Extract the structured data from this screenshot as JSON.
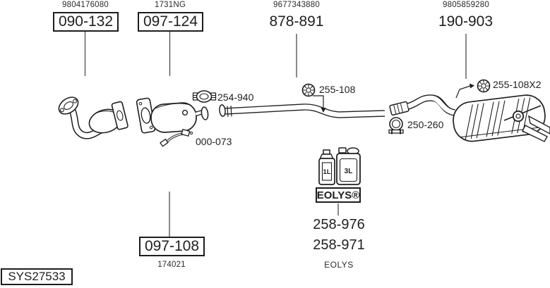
{
  "colors": {
    "ink": "#1f1f1f",
    "leader_line": "#4a4a4a",
    "background": "#ffffff"
  },
  "system": {
    "code": "SYS27533"
  },
  "top_labels": [
    {
      "oe": "9804176080",
      "part": "090-132",
      "boxed": true
    },
    {
      "oe": "1731NG",
      "part": "097-124",
      "boxed": true
    },
    {
      "oe": "9677343880",
      "part": "878-891",
      "boxed": false
    },
    {
      "oe": "9805859280",
      "part": "190-903",
      "boxed": false
    }
  ],
  "part_labels": {
    "clamp_front": "254-940",
    "hanger_mid": "255-108",
    "hanger_rear": "255-108X2",
    "sensor": "000-073",
    "clamp_rear": "250-260"
  },
  "bottom_box": {
    "part": "097-108",
    "oe": "174021"
  },
  "additive": {
    "small_bottle": "1L",
    "large_bottle": "3L",
    "brand_boxed": "EOLYS®",
    "parts": [
      "258-976",
      "258-971"
    ],
    "brand": "EOLYS"
  },
  "icons": {
    "clamp": "clamp-icon",
    "hanger": "rubber-hanger-icon",
    "sensor": "sensor-wire-icon"
  }
}
